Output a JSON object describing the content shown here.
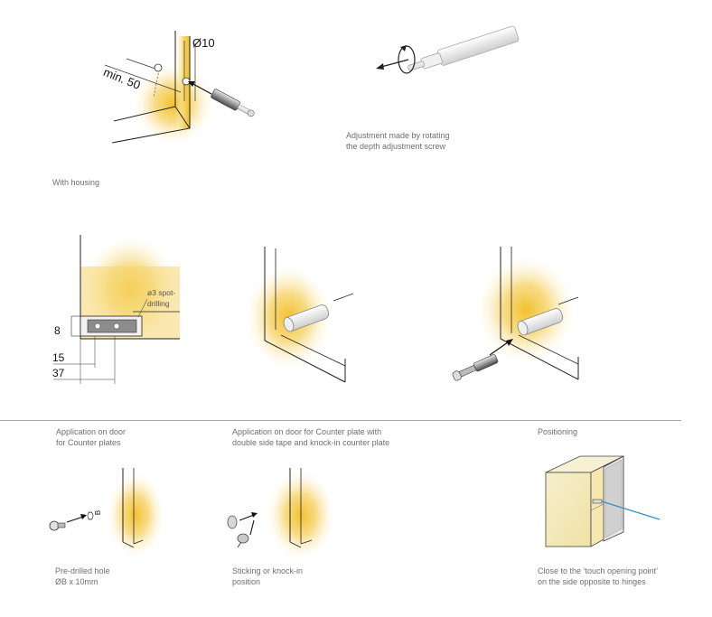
{
  "captions": {
    "with_housing": "With housing",
    "adjustment": "Adjustment made by rotating\nthe depth adjustment screw",
    "application_door": "Application on door\nfor Counter plates",
    "application_tape": "Application on door for Counter plate with\ndouble side tape and knock-in counter plate",
    "positioning": "Positioning",
    "predrilled": "Pre-drilled hole\nØB x 10mm",
    "sticking": "Sticking or knock-in\nposition",
    "close_to": "Close to the ‘touch opening point’\non the side opposite to hinges"
  },
  "dimensions": {
    "diameter": "Ø10",
    "min_distance": "min. 50",
    "d8": "8",
    "d15": "15",
    "d37": "37",
    "spot_drilling": "ø3 spot-\ndrilling",
    "b_label": "B"
  },
  "colors": {
    "glow": "#f0c030",
    "line": "#222222",
    "caption": "#6f6f6f",
    "arrow_blue": "#3a8fbf"
  }
}
